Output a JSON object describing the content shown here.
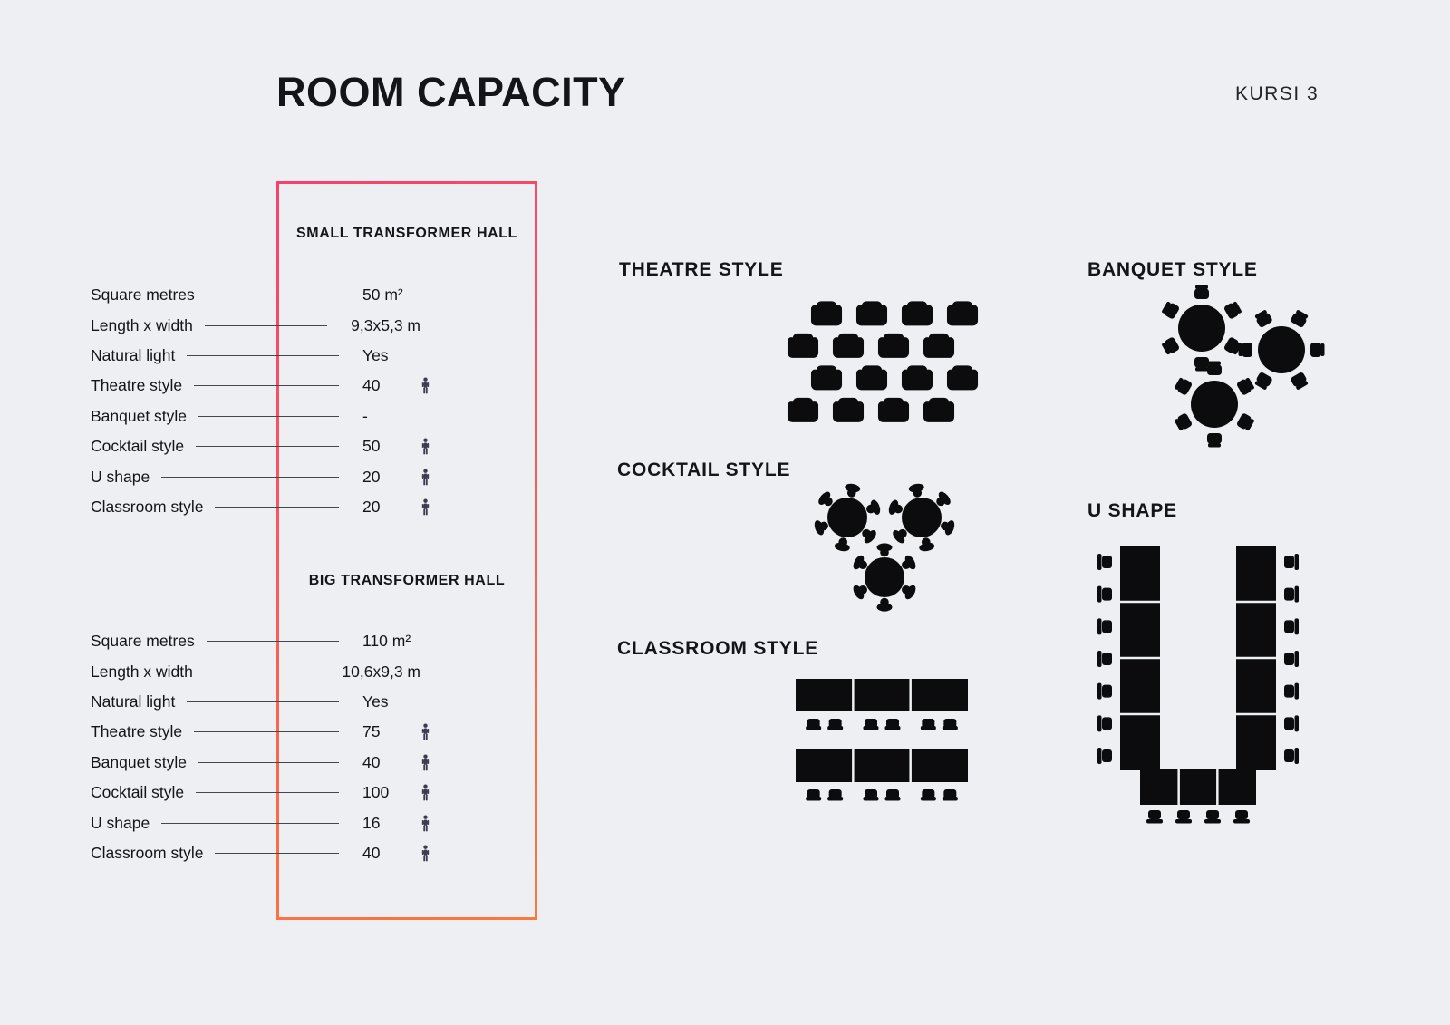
{
  "page": {
    "title": "ROOM CAPACITY",
    "brand": "KURSI 3"
  },
  "colors": {
    "background": "#edeff2",
    "ink": "#141519",
    "shape": "#0c0c0e",
    "line": "#46464b",
    "icon": "#3c3c50",
    "border_gradient_start": "#f5426f",
    "border_gradient_end": "#fb7a38"
  },
  "halls": [
    {
      "name": "SMALL TRANSFORMER HALL",
      "rows": [
        {
          "label": "Square metres",
          "value": "50 m²",
          "icon": false
        },
        {
          "label": "Length x width",
          "value": "9,3x5,3 m",
          "icon": false
        },
        {
          "label": "Natural light",
          "value": "Yes",
          "icon": false
        },
        {
          "label": "Theatre style",
          "value": "40",
          "icon": true
        },
        {
          "label": "Banquet style",
          "value": "-",
          "icon": false
        },
        {
          "label": "Cocktail style",
          "value": "50",
          "icon": true
        },
        {
          "label": "U shape",
          "value": "20",
          "icon": true
        },
        {
          "label": "Classroom style",
          "value": "20",
          "icon": true
        }
      ]
    },
    {
      "name": "BIG TRANSFORMER HALL",
      "rows": [
        {
          "label": "Square metres",
          "value": "110 m²",
          "icon": false
        },
        {
          "label": "Length x width",
          "value": "10,6x9,3 m",
          "icon": false
        },
        {
          "label": "Natural light",
          "value": "Yes",
          "icon": false
        },
        {
          "label": "Theatre style",
          "value": "75",
          "icon": true
        },
        {
          "label": "Banquet style",
          "value": "40",
          "icon": true
        },
        {
          "label": "Cocktail style",
          "value": "100",
          "icon": true
        },
        {
          "label": "U shape",
          "value": "16",
          "icon": true
        },
        {
          "label": "Classroom style",
          "value": "40",
          "icon": true
        }
      ]
    }
  ],
  "diagrams": {
    "theatre": {
      "label": "THEATRE STYLE",
      "rows": 4,
      "cols": 4
    },
    "banquet": {
      "label": "BANQUET STYLE",
      "tables": 3,
      "chairs_per_table": 6
    },
    "cocktail": {
      "label": "COCKTAIL STYLE",
      "tables": 3,
      "people_per_table": 6
    },
    "classroom": {
      "label": "CLASSROOM STYLE",
      "tables": 2,
      "seats_per_table": 6,
      "segments_per_table": 3
    },
    "ushape": {
      "label": "U SHAPE",
      "side_seats": 7,
      "bottom_seats": 4,
      "segments_per_side": 4,
      "bottom_segments": 3
    }
  }
}
